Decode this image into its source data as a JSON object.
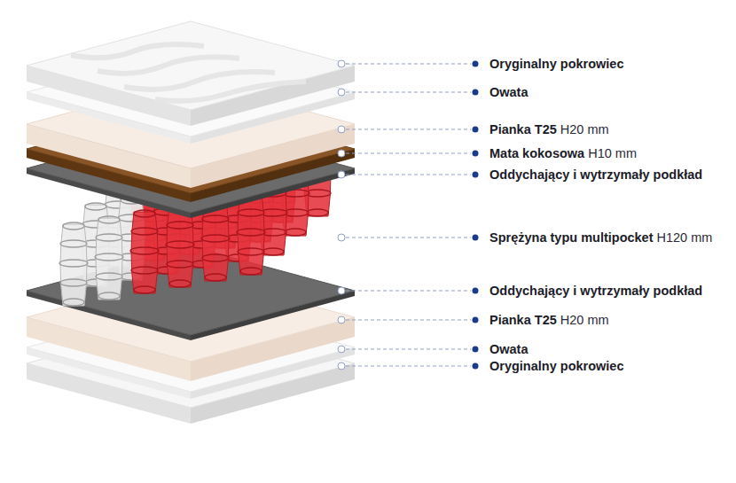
{
  "diagram": {
    "labels": [
      "Oryginalny pokrowiec",
      "Owata",
      "Pianka T25",
      "H20 mm",
      "Mata kokosowa",
      "H10 mm",
      "Oddychający i wytrzymały podkład",
      "Sprężyna typu multipocket",
      "H120 mm",
      "Oddychający i wytrzymały podkład",
      "Pianka T25",
      "H20 mm",
      "Owata",
      "Oryginalny pokrowiec"
    ]
  }
}
